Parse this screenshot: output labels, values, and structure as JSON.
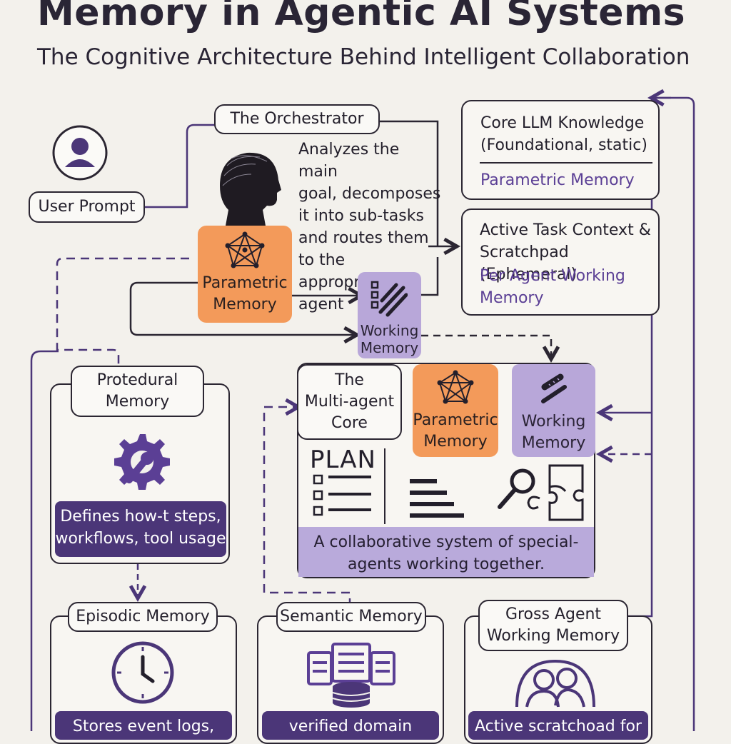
{
  "header": {
    "title": "Memory in Agentic AI Systems",
    "subtitle": "The Cognitive Architecture Behind Intelligent Collaboration"
  },
  "user": {
    "label": "User Prompt"
  },
  "orchestrator": {
    "label": "The Orchestrator",
    "description": [
      "Analyzes the main",
      "goal, decomposes",
      "it into sub-tasks",
      "and routes them",
      "to the appropriate",
      "agent"
    ],
    "parametric_label": [
      "Parametric",
      "Memory"
    ],
    "working_label": [
      "Working",
      "Memory"
    ]
  },
  "core_llm": {
    "lines": [
      "Core LLM Knowledge",
      "(Foundational, static)"
    ],
    "tag": "Parametric Memory"
  },
  "active_task": {
    "lines": [
      "Active Task Context &",
      "Scratchpad (Ephemeral)"
    ],
    "tag": [
      "Per Agent Working",
      "Memory"
    ]
  },
  "procedural": {
    "label": [
      "Protedural",
      "Memory"
    ],
    "band": [
      "Defines how-t steps,",
      "workflows, tool usage"
    ]
  },
  "multi_agent": {
    "label": [
      "The",
      "Multi-agent",
      "Core"
    ],
    "parametric_label": [
      "Parametric",
      "Memory"
    ],
    "working_label": [
      "Working",
      "Memory"
    ],
    "plan_label": "PLAN",
    "band": [
      "A collaborative system of special-",
      "agents working together."
    ]
  },
  "episodic": {
    "label": "Episodic Memory",
    "band": "Stores event logs,"
  },
  "semantic": {
    "label": "Semantic Memory",
    "band": "verified domain"
  },
  "cross_agent": {
    "label": [
      "Gross Agent",
      "Working Memory"
    ],
    "band": "Active scratchoad for"
  },
  "colors": {
    "accent_purple": "#4b3678",
    "lavender": "#b8a7d9",
    "orange": "#f39a5a",
    "ink": "#2b2632"
  }
}
